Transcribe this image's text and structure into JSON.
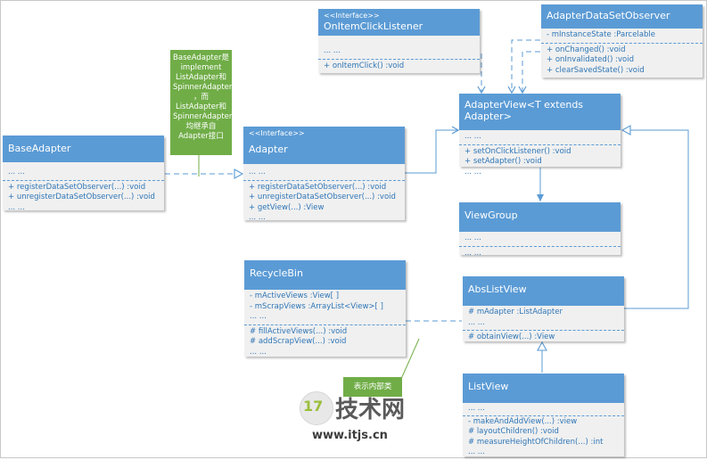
{
  "classes": {
    "onitemclicklistener": {
      "stereotype": "<<Interface>>",
      "name": "OnItemClickListener",
      "attributes": [
        "... ..."
      ],
      "methods": [
        "+ onItemClick() :void"
      ]
    },
    "adapterdatasetobserver": {
      "name": "AdapterDataSetObserver",
      "attributes": [
        "- mInstanceState :Parcelable"
      ],
      "methods": [
        "+ onChanged() :void",
        "+ onInvalidated() :void",
        "+ clearSavedState() :void"
      ]
    },
    "adapterview": {
      "name": "AdapterView<T extends Adapter>",
      "attributes": [
        "... ..."
      ],
      "methods": [
        "+ setOnClickListener() :void",
        "+ setAdapter() :void",
        "... ..."
      ]
    },
    "baseadapter": {
      "name": "BaseAdapter",
      "attributes": [
        "... ..."
      ],
      "methods": [
        "+ registerDataSetObserver(...) :void",
        "+ unregisterDataSetObserver(...) :void",
        "... ..."
      ]
    },
    "adapter": {
      "stereotype": "<<Interface>>",
      "name": "Adapter",
      "attributes": [
        "... ..."
      ],
      "methods": [
        "+ registerDataSetObserver(...) :void",
        "+ unregisterDataSetObserver(...) :void",
        "+ getView(...) :View",
        "... ..."
      ]
    },
    "viewgroup": {
      "name": "ViewGroup",
      "attributes": [
        "... ..."
      ],
      "methods": [
        "... ..."
      ]
    },
    "recyclebin": {
      "name": "RecycleBin",
      "attributes": [
        "- mActiveViews :View[ ]",
        "- mScrapViews :ArrayList<View>[ ]",
        "... ..."
      ],
      "methods": [
        "# fillActiveViews(...) :void",
        "# addScrapView(...) :void",
        "... ..."
      ]
    },
    "abslistview": {
      "name": "AbsListView",
      "attributes": [
        "# mAdapter :ListAdapter",
        "... ..."
      ],
      "methods": [
        "# obtainView(...) :View"
      ]
    },
    "listview": {
      "name": "ListView",
      "attributes": [
        "... ..."
      ],
      "methods": [
        "-  makeAndAddView(...) :view",
        "# layoutChildren() :void",
        "# measureHeightOfChildren(...) :int",
        "... ..."
      ]
    }
  },
  "notes": {
    "baseadapter_note": [
      "BaseAdapter是",
      "implement",
      "ListAdapter和",
      "SpinnerAdapter",
      "，而",
      "ListAdapter和",
      "SpinnerAdapter",
      "均继承自",
      "Adapter接口"
    ],
    "innerclass_note": [
      "表示内部类"
    ]
  },
  "watermark": {
    "num": "17",
    "cn": "技术网",
    "url": "www.itjs.cn"
  },
  "colors": {
    "header": "#5b9bd5",
    "body": "#f0f0f0",
    "text": "#2e75b6",
    "note": "#70ad47",
    "line": "#5b9bd5"
  }
}
